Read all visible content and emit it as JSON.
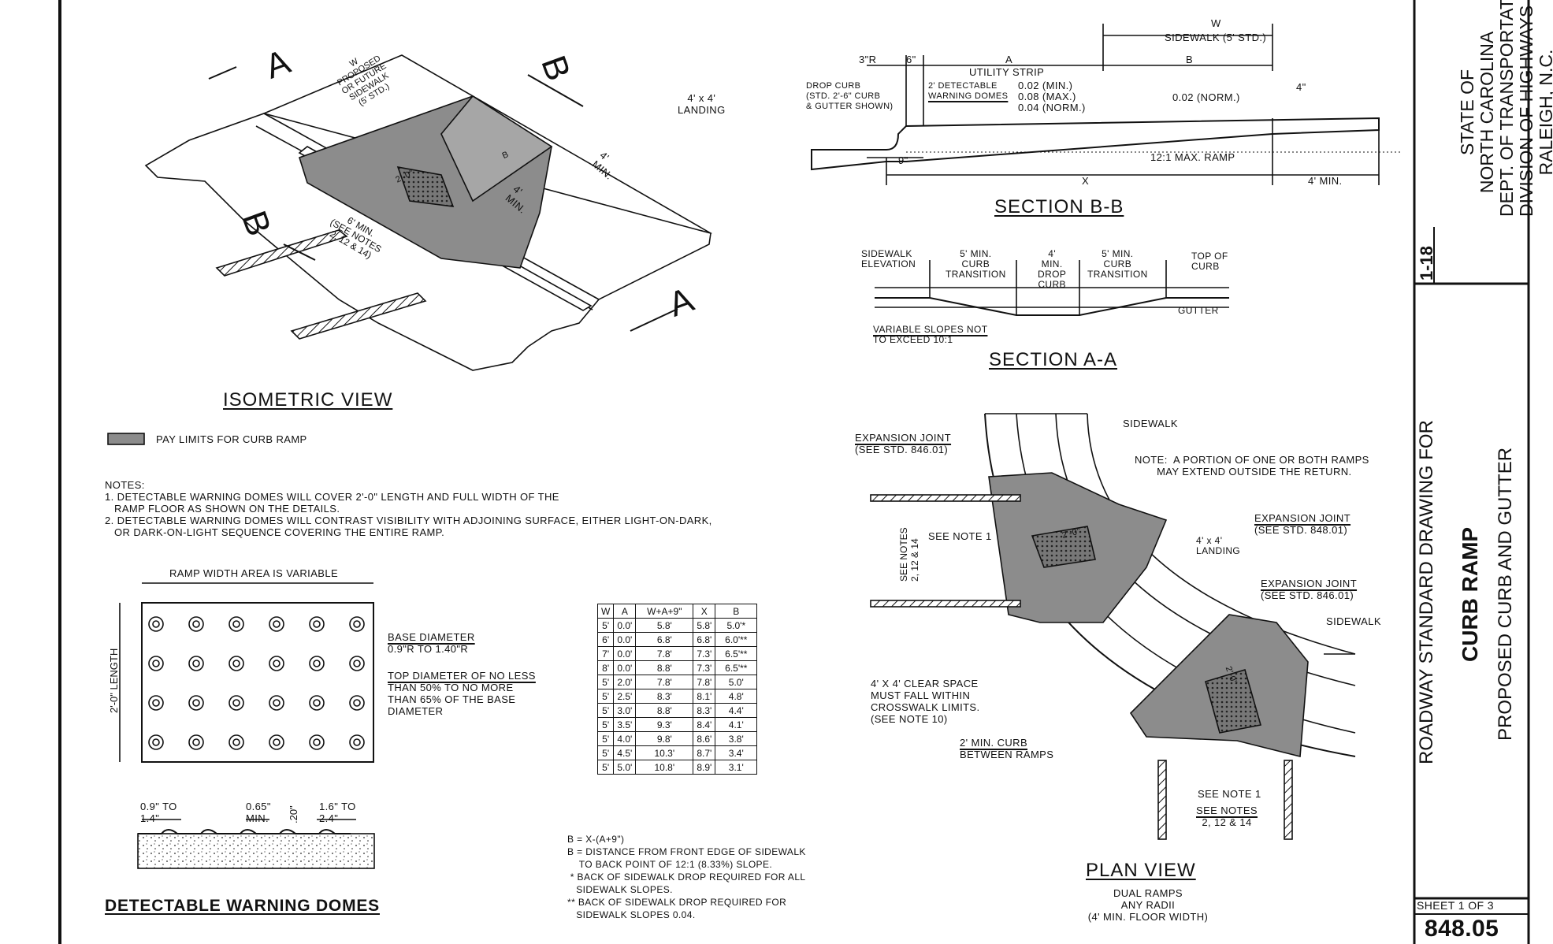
{
  "isometric": {
    "title": "ISOMETRIC VIEW",
    "cut_a": "A",
    "cut_b": "B",
    "sidewalk_label": [
      "W",
      "PROPOSED",
      "OR FUTURE",
      "SIDEWALK",
      "(5' STD.)"
    ],
    "landing": [
      "4' x 4'",
      "LANDING"
    ],
    "min4_a": [
      "4'",
      "MIN."
    ],
    "min4_b": [
      "4'",
      "MIN."
    ],
    "len_2": "2'-0\"",
    "len_b": "B",
    "six_min": [
      "6' MIN.",
      "(SEE NOTES",
      "2, 12 & 14)"
    ],
    "legend": "PAY LIMITS FOR CURB RAMP"
  },
  "notes": {
    "heading": "NOTES:",
    "lines": [
      "1. DETECTABLE WARNING DOMES WILL COVER 2'-0\" LENGTH AND FULL WIDTH OF THE",
      "   RAMP FLOOR AS SHOWN ON THE DETAILS.",
      "2. DETECTABLE WARNING DOMES WILL CONTRAST VISIBILITY WITH ADJOINING SURFACE, EITHER LIGHT-ON-DARK,",
      "   OR DARK-ON-LIGHT SEQUENCE COVERING THE ENTIRE RAMP."
    ]
  },
  "domes": {
    "title": "DETECTABLE WARNING DOMES",
    "width_label": "RAMP WIDTH AREA IS VARIABLE",
    "length_label": "2'-0\" LENGTH",
    "base_dia": [
      "BASE DIAMETER",
      "0.9\"R TO 1.40\"R"
    ],
    "top_dia": [
      "TOP DIAMETER OF NO LESS",
      "THAN 50% TO NO MORE",
      "THAN 65% OF THE BASE",
      "DIAMETER"
    ],
    "dim1": [
      "0.9\" TO",
      "1.4\""
    ],
    "dim2": [
      "0.65\"",
      "MIN."
    ],
    "dim3": ".20\"",
    "dim4": [
      "1.6\" TO",
      "2.4\""
    ]
  },
  "table": {
    "headers": [
      "W",
      "A",
      "W+A+9\"",
      "X",
      "B"
    ],
    "rows": [
      [
        "5'",
        "0.0'",
        "5.8'",
        "5.8'",
        "5.0'*"
      ],
      [
        "6'",
        "0.0'",
        "6.8'",
        "6.8'",
        "6.0'**"
      ],
      [
        "7'",
        "0.0'",
        "7.8'",
        "7.3'",
        "6.5'**"
      ],
      [
        "8'",
        "0.0'",
        "8.8'",
        "7.3'",
        "6.5'**"
      ],
      [
        "5'",
        "2.0'",
        "7.8'",
        "7.8'",
        "5.0'"
      ],
      [
        "5'",
        "2.5'",
        "8.3'",
        "8.1'",
        "4.8'"
      ],
      [
        "5'",
        "3.0'",
        "8.8'",
        "8.3'",
        "4.4'"
      ],
      [
        "5'",
        "3.5'",
        "9.3'",
        "8.4'",
        "4.1'"
      ],
      [
        "5'",
        "4.0'",
        "9.8'",
        "8.6'",
        "3.8'"
      ],
      [
        "5'",
        "4.5'",
        "10.3'",
        "8.7'",
        "3.4'"
      ],
      [
        "5'",
        "5.0'",
        "10.8'",
        "8.9'",
        "3.1'"
      ]
    ],
    "footnotes": [
      "B = X-(A+9\")",
      "B = DISTANCE FROM FRONT EDGE OF SIDEWALK",
      "    TO BACK POINT OF 12:1 (8.33%) SLOPE.",
      " * BACK OF SIDEWALK DROP REQUIRED FOR ALL",
      "   SIDEWALK SLOPES.",
      "** BACK OF SIDEWALK DROP REQUIRED FOR",
      "   SIDEWALK SLOPES 0.04."
    ]
  },
  "section_bb": {
    "title": "SECTION B-B",
    "w": "W",
    "sidewalk": "SIDEWALK (5' STD.)",
    "r3": "3\"R",
    "six": "6\"",
    "a": "A",
    "b": "B",
    "utility": "UTILITY STRIP",
    "drop_curb": [
      "DROP CURB",
      "(STD. 2'-6\" CURB",
      "& GUTTER SHOWN)"
    ],
    "detectable": [
      "2' DETECTABLE",
      "WARNING DOMES"
    ],
    "slopes": [
      "0.02 (MIN.)",
      "0.08 (MAX.)",
      "0.04 (NORM.)"
    ],
    "norm": "0.02 (NORM.)",
    "four_in": "4\"",
    "nine": "9\"",
    "ramp": "12:1 MAX. RAMP",
    "x": "X",
    "four_min": "4' MIN."
  },
  "section_aa": {
    "title": "SECTION A-A",
    "sidewalk_elev": [
      "SIDEWALK",
      "ELEVATION"
    ],
    "curb_trans1": [
      "5' MIN.",
      "CURB",
      "TRANSITION"
    ],
    "drop": [
      "4'",
      "MIN.",
      "DROP",
      "CURB"
    ],
    "curb_trans2": [
      "5' MIN.",
      "CURB",
      "TRANSITION"
    ],
    "top_curb": [
      "TOP OF",
      "CURB"
    ],
    "gutter": "GUTTER",
    "variable": [
      "VARIABLE SLOPES NOT",
      "TO EXCEED 10:1"
    ]
  },
  "plan": {
    "title": "PLAN VIEW",
    "sub": [
      "DUAL RAMPS",
      "ANY RADII",
      "(4' MIN. FLOOR WIDTH)"
    ],
    "exp1": [
      "EXPANSION JOINT",
      "(SEE STD. 846.01)"
    ],
    "sidewalk1": "SIDEWALK",
    "note": [
      "NOTE:  A PORTION OF ONE OR BOTH RAMPS",
      "       MAY EXTEND OUTSIDE THE RETURN."
    ],
    "exp2": [
      "EXPANSION JOINT",
      "(SEE STD. 848.01)"
    ],
    "landing": [
      "4' x 4'",
      "LANDING"
    ],
    "exp3": [
      "EXPANSION JOINT",
      "(SEE STD. 846.01)"
    ],
    "sidewalk2": "SIDEWALK",
    "see_note1a": "SEE NOTE 1",
    "see_notes_v": [
      "SEE NOTES",
      "2, 12 & 14"
    ],
    "len_a": "2'-0\"",
    "len_b": "2'-0\"",
    "clear": [
      "4' X 4' CLEAR SPACE",
      "MUST FALL WITHIN",
      "CROSSWALK LIMITS.",
      "(SEE NOTE 10)"
    ],
    "two_min": [
      "2' MIN. CURB",
      "BETWEEN RAMPS"
    ],
    "see_note1b": "SEE NOTE 1",
    "see_notes_b": [
      "SEE NOTES",
      "2, 12 & 14"
    ]
  },
  "title_block": {
    "agency": [
      "STATE OF",
      "NORTH CAROLINA",
      "DEPT. OF TRANSPORTATION",
      "DIVISION OF HIGHWAYS",
      "RALEIGH, N.C."
    ],
    "date": "1-18",
    "roadway": "ROADWAY STANDARD DRAWING FOR",
    "curb_ramp": "CURB RAMP",
    "proposed": "PROPOSED CURB AND GUTTER",
    "sheet": "SHEET 1 OF 3",
    "number": "848.05"
  },
  "colors": {
    "ink": "#111111",
    "paylimit": "#8c8c8c",
    "landing": "#a6a6a6"
  }
}
